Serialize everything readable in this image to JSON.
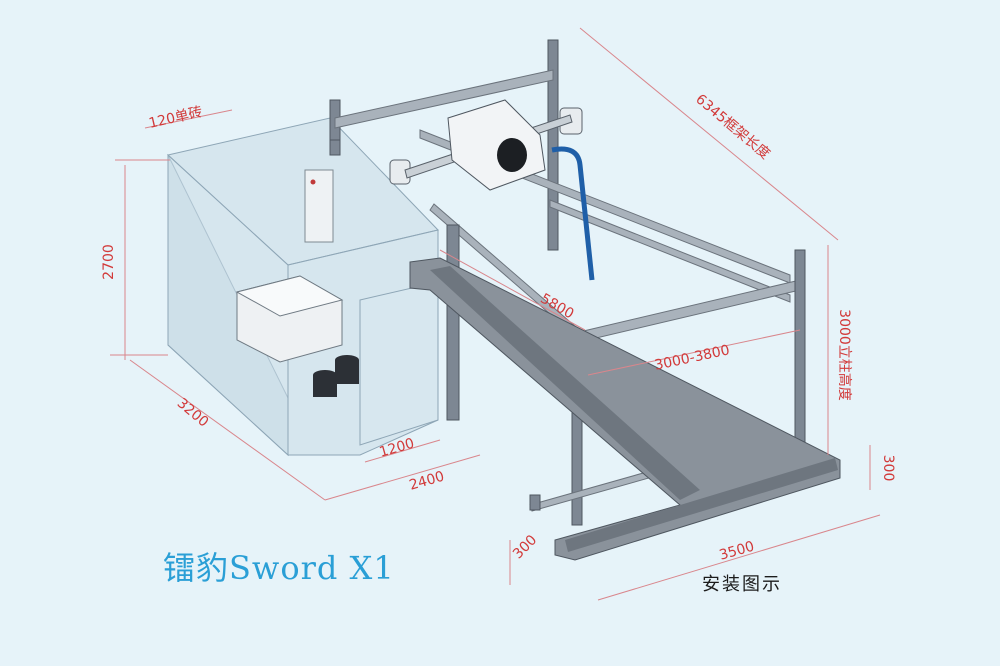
{
  "brand": {
    "name": "镭豹Sword X1",
    "color": "#2a9fd6"
  },
  "caption": "安装图示",
  "dimensions": {
    "brick_wall": "120单砖",
    "room_height": "2700",
    "room_depth": "3200",
    "door_width": "1200",
    "room_width": "2400",
    "frame_length": "6345框架长度",
    "rail_length": "5800",
    "span_width": "3000-3800",
    "column_height": "3000立柱高度",
    "base_height_right": "300",
    "base_height_left": "300",
    "base_width": "3500"
  },
  "colors": {
    "background": "#e6f3f9",
    "dimension_text": "#d23a3a",
    "dimension_line": "#d9868c",
    "steel": "#7d8793",
    "glass_room": "#c9dbe6",
    "cable": "#1f5fa8"
  }
}
